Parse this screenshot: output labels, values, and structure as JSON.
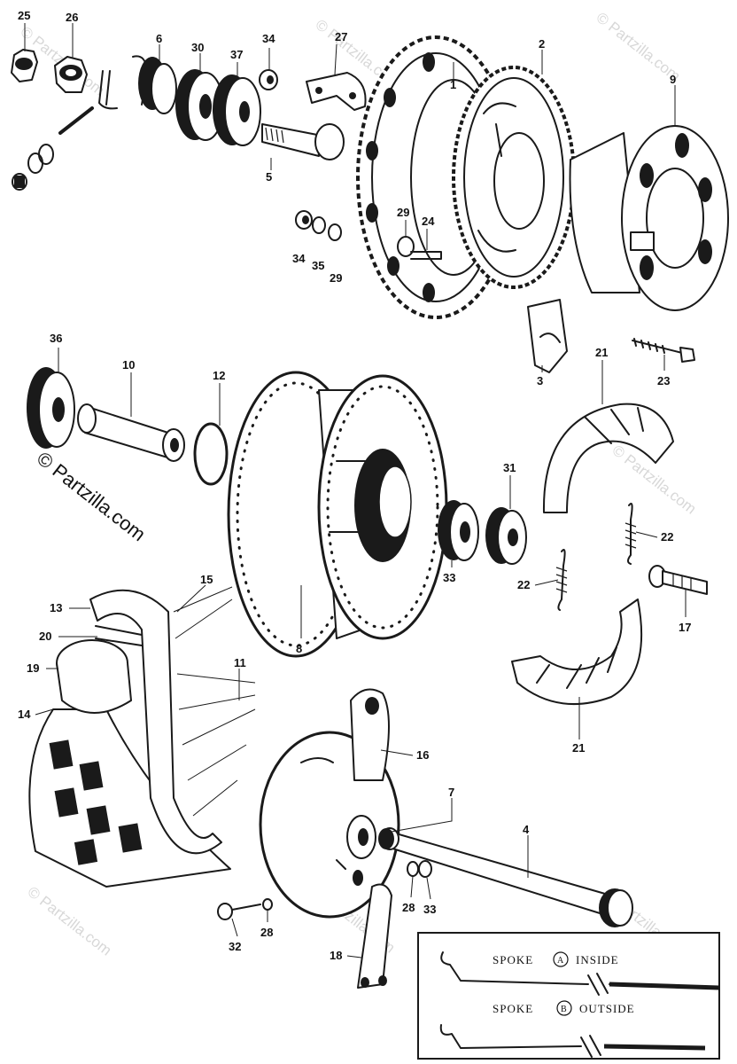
{
  "watermark": {
    "brand": "© Partzilla.com",
    "side_brand": "© Partzilla.com"
  },
  "callouts": {
    "c25": "25",
    "c26": "26",
    "c6": "6",
    "c30": "30",
    "c37": "37",
    "c34a": "34",
    "c27": "27",
    "c1": "1",
    "c2": "2",
    "c9": "9",
    "c5": "5",
    "c29a": "29",
    "c24": "24",
    "c34b": "34",
    "c35": "35",
    "c29b": "29",
    "c36": "36",
    "c10": "10",
    "c12": "12",
    "c3": "3",
    "c21a": "21",
    "c23": "23",
    "c31": "31",
    "c22a": "22",
    "c22b": "22",
    "c33a": "33",
    "c8": "8",
    "c17": "17",
    "c15": "15",
    "c13": "13",
    "c20": "20",
    "c19": "19",
    "c11": "11",
    "c14": "14",
    "c21b": "21",
    "c16": "16",
    "c7": "7",
    "c4": "4",
    "c28a": "28",
    "c33b": "33",
    "c32": "32",
    "c28b": "28",
    "c18": "18"
  },
  "spoke_legend": {
    "inside_prefix": "SPOKE",
    "inside_letter": "A",
    "inside_suffix": "INSIDE",
    "outside_prefix": "SPOKE",
    "outside_letter": "B",
    "outside_suffix": "OUTSIDE"
  }
}
